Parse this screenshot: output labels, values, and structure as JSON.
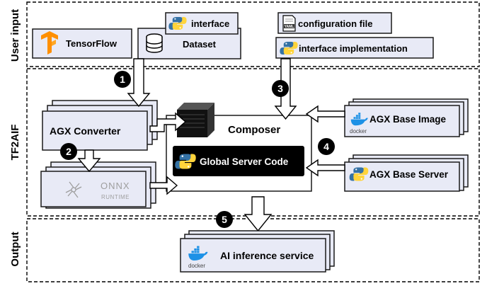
{
  "sections": {
    "user_input": "User input",
    "tf2aif": "TF2AIF",
    "output": "Output"
  },
  "boxes": {
    "tensorflow": "TensorFlow",
    "interface": "interface",
    "dataset": "Dataset",
    "configuration_file": "configuration file",
    "interface_implementation": "interface implementation",
    "agx_converter": "AGX Converter",
    "onnx_line1": "ONNX",
    "onnx_line2": "RUNTIME",
    "composer": "Composer",
    "global_server_code": "Global Server Code",
    "agx_base_image": "AGX Base Image",
    "agx_base_server": "AGX Base Server",
    "ai_inference_service": "AI inference service"
  },
  "logos": {
    "docker": "docker",
    "yaml": "YAML"
  },
  "steps": [
    "1",
    "2",
    "3",
    "4",
    "5"
  ],
  "colors": {
    "panel_fill": "#e8eaf6",
    "panel_stroke": "#1a1a1a",
    "tensorflow_orange": "#ff8f00",
    "python_blue": "#3572a5",
    "python_yellow": "#ffd43b",
    "docker_blue": "#1d91e6",
    "dark_box": "#000000"
  }
}
